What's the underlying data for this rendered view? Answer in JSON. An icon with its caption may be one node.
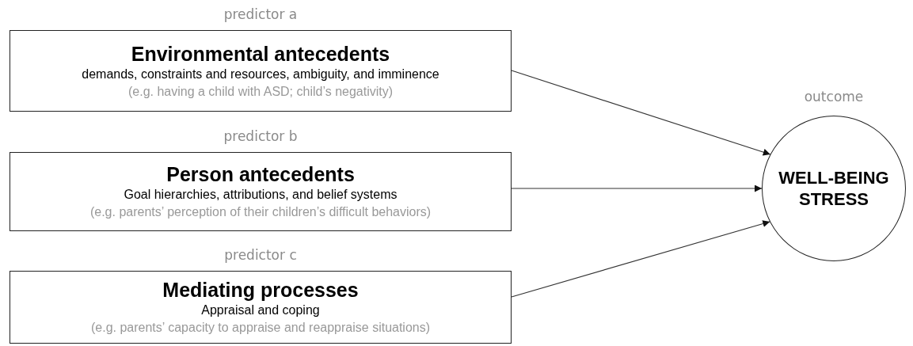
{
  "diagram": {
    "nodes": [
      {
        "text": [
          "Environmental antecedents",
          "demands, constraints and resources, ambiguity, and imminence",
          "(e.g. having a child with ASD; child’s negativity)"
        ],
        "beside": [
          "predictor a"
        ]
      },
      {
        "text": [
          "Person antecedents",
          "Goal hierarchies, attributions, and belief systems",
          "(e.g. parents’ perception of their children’s difficult behaviors)"
        ],
        "beside": [
          "predictor b"
        ]
      },
      {
        "text": [
          "Mediating processes",
          "Appraisal and coping",
          "(e.g. parents’ capacity to appraise and reappraise situations)"
        ],
        "beside": [
          "predictor c"
        ]
      },
      {
        "text": [
          "WELL-BEING STRESS"
        ],
        "beside": [
          "outcome"
        ]
      }
    ],
    "edges": [
      {
        "from": 0,
        "to": 3,
        "arrow": "to"
      },
      {
        "from": 1,
        "to": 3,
        "arrow": "to"
      },
      {
        "from": 2,
        "to": 3,
        "arrow": "to"
      }
    ]
  }
}
